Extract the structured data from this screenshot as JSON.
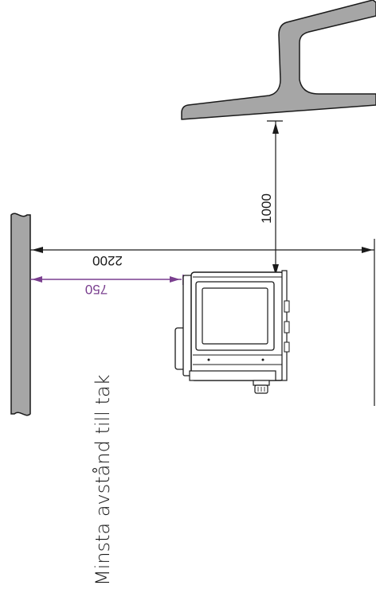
{
  "labels": {
    "caption": "Minsta avstånd till tak",
    "dim_total": "2200",
    "dim_clearance": "750",
    "dim_vertical": "1000"
  },
  "colors": {
    "line": "#1a1a1a",
    "fill_gray": "#a6a6a6",
    "accent_purple": "#7a3f8f"
  }
}
